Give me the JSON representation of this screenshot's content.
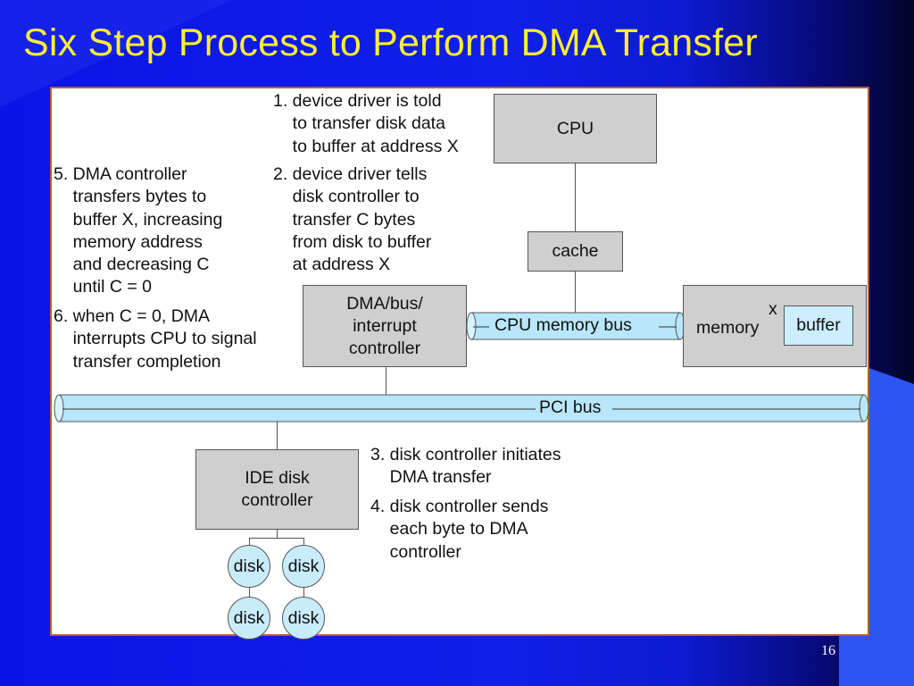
{
  "slide": {
    "title": "Six Step Process to Perform DMA Transfer",
    "page_number": "16"
  },
  "diagram": {
    "notes": {
      "step1": "1. device driver is told\n    to transfer disk data\n    to buffer at address X",
      "step2": "2. device driver tells\n    disk controller to\n    transfer C bytes\n    from disk to buffer\n    at address X",
      "step5": "5. DMA controller\n    transfers bytes to\n    buffer X, increasing\n    memory address\n    and decreasing C\n    until C = 0",
      "step6": "6. when C = 0, DMA\n    interrupts CPU to signal\n    transfer completion",
      "step3": "3. disk controller initiates\n    DMA transfer",
      "step4": "4. disk controller sends\n    each byte to DMA\n    controller"
    },
    "boxes": {
      "cpu": "CPU",
      "cache": "cache",
      "dma": "DMA/bus/\ninterrupt\ncontroller",
      "memory": "memory",
      "buffer": "buffer",
      "buffer_address": "x",
      "ide": "IDE disk\ncontroller"
    },
    "buses": {
      "cpu_memory_bus": "CPU memory bus",
      "pci_bus": "PCI bus"
    },
    "disks": [
      "disk",
      "disk",
      "disk",
      "disk"
    ],
    "colors": {
      "background": "#1020e8",
      "title": "#ffee33",
      "box_fill": "#cfcfcf",
      "bus_fill": "#b8e6fa",
      "disk_fill": "#c9ecfb",
      "buffer_fill": "#cdeeff"
    }
  }
}
